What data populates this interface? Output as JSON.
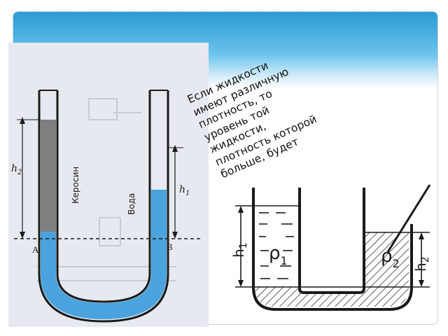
{
  "slide": {
    "caption": "Если жидкости\nимеют различную\nплотность, то\nуровень той\nжидкости,\nплотность которой\nбольше, будет"
  },
  "photo_figure": {
    "liquid_left": "Керосин",
    "liquid_right": "Вода",
    "height_left": "h",
    "height_left_sub": "2",
    "height_right": "h",
    "height_right_sub": "1",
    "point_left": "A",
    "point_right": "B",
    "colors": {
      "water": "#4aa3dd",
      "kerosene": "#7f7f7f",
      "paper": "#e6eaf0"
    }
  },
  "vessel_figure": {
    "height_left": "h",
    "height_left_sub": "1",
    "height_right": "h",
    "height_right_sub": "2",
    "density_left": "ρ",
    "density_left_sub": "1",
    "density_right": "ρ",
    "density_right_sub": "2"
  }
}
